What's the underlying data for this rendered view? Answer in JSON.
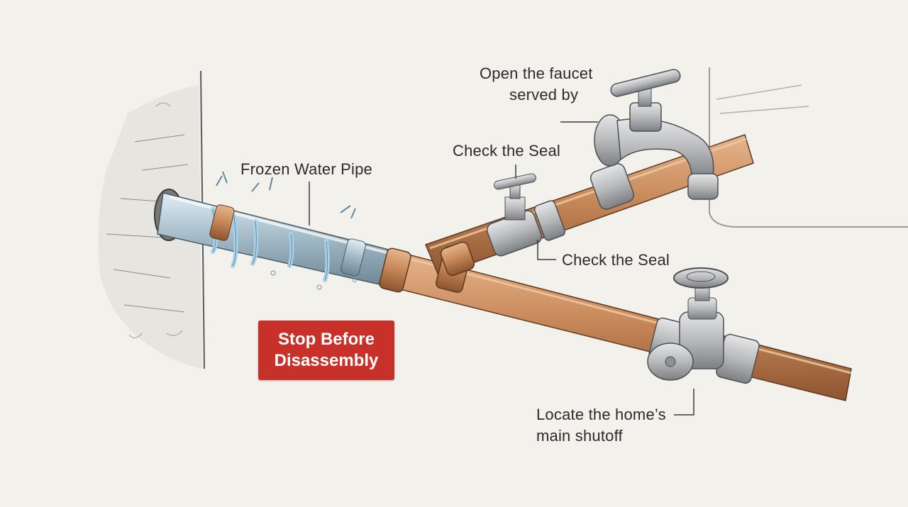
{
  "labels": {
    "frozen_pipe": "Frozen Water Pipe",
    "check_seal_upper": "Check the Seal",
    "check_seal_lower": "Check the Seal",
    "faucet_line1": "Open the faucet",
    "faucet_line2": "served by",
    "shutoff_line1": "Locate the home’s",
    "shutoff_line2": "main shutoff"
  },
  "warning": {
    "line1": "Stop Before",
    "line2": "Disassembly",
    "color": "#c8302a"
  },
  "colors": {
    "background": "#f2f1ec",
    "copper": "#c98a5a",
    "ice": "#a9d3ea",
    "valve_metal": "#b7b9bb"
  }
}
